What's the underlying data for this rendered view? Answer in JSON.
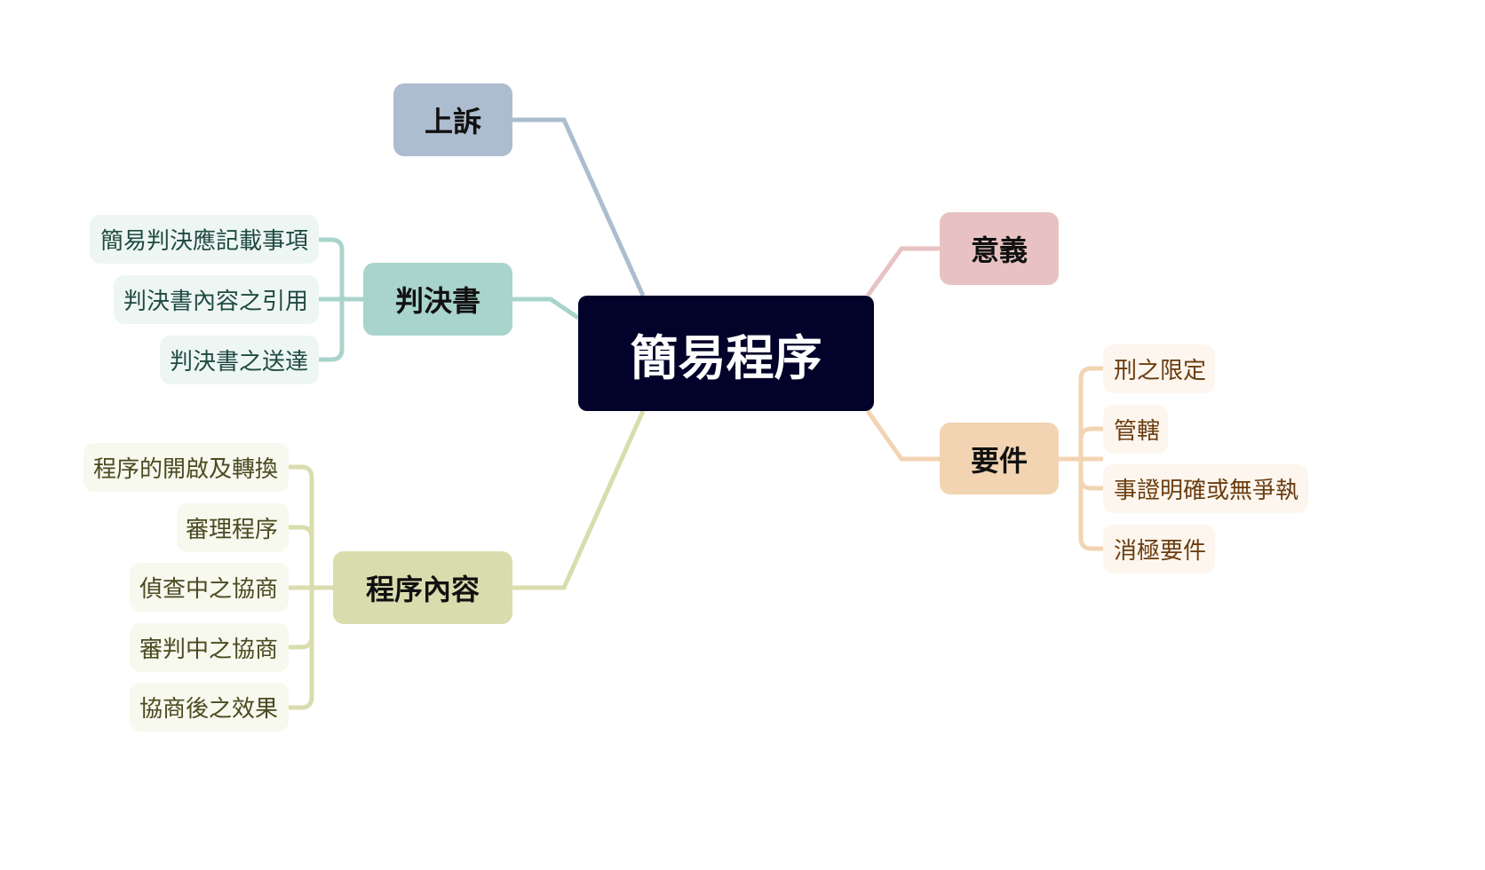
{
  "root": "簡易程序",
  "branches": {
    "appeal": {
      "label": "上訴",
      "color": "#adbdd0"
    },
    "judgment": {
      "label": "判決書",
      "color": "#a8d4cb",
      "children": [
        "簡易判決應記載事項",
        "判決書內容之引用",
        "判決書之送達"
      ]
    },
    "procedure": {
      "label": "程序內容",
      "color": "#d9dcad",
      "children": [
        "程序的開啟及轉換",
        "審理程序",
        "偵查中之協商",
        "審判中之協商",
        "協商後之效果"
      ]
    },
    "meaning": {
      "label": "意義",
      "color": "#e8c2c2"
    },
    "requirements": {
      "label": "要件",
      "color": "#f2d4b2",
      "children": [
        "刑之限定",
        "管轄",
        "事證明確或無爭執",
        "消極要件"
      ]
    }
  }
}
